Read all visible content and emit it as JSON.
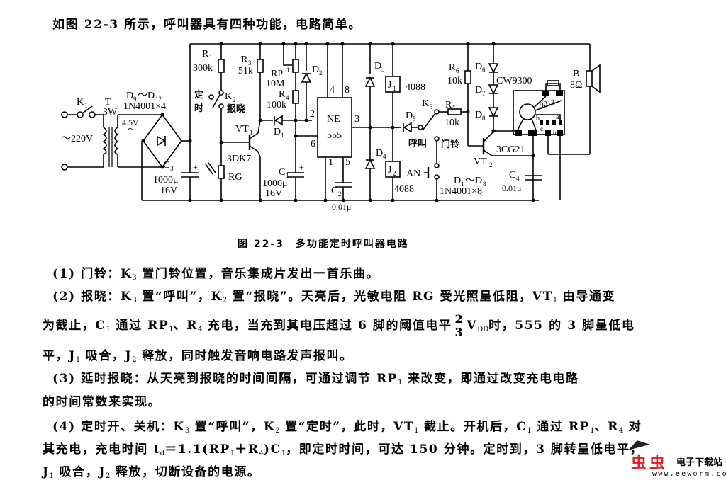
{
  "intro": "如图 22-3 所示，呼叫器具有四种功能，电路简单。",
  "figure": {
    "caption": "图 22-3　多功能定时呼叫器电路",
    "labels": {
      "K1": "K",
      "K1_sub": "1",
      "T": "T",
      "T_power": "3W",
      "mains": "～220V",
      "sec_v": "4.5V",
      "sec_tilde": "～",
      "D9_D12": "D",
      "D9_sub": "9",
      "D9_range": "～D",
      "D12_sub": "12",
      "D9_D12_part": "1N4001×4",
      "C3": "C",
      "C3_sub": "3",
      "C3_val": "1000μ",
      "C3_v": "16V",
      "R1": "R",
      "R1_sub": "1",
      "R1_val": "300k",
      "K2": "K",
      "K2_sub": "2",
      "K2_timer_1": "定",
      "K2_timer_2": "时",
      "K2_dawn": "报晓",
      "R3": "R",
      "R3_sub": "3",
      "R3_val": "51k",
      "VT1": "VT",
      "VT1_sub": "1",
      "VT1_part": "3DK7",
      "RG": "RG",
      "RP1": "RP",
      "RP1_sub": "1",
      "RP1_val": "10M",
      "R4": "R",
      "R4_sub": "4",
      "R4_val": "100k",
      "D1": "D",
      "D1_sub": "1",
      "D2": "D",
      "D2_sub": "2",
      "C1": "C",
      "C1_sub": "1",
      "C1_val": "1000μ",
      "C1_v": "16V",
      "ic_1": "NE",
      "ic_2": "555",
      "pin4": "4",
      "pin8": "8",
      "pin2": "2",
      "pin6": "6",
      "pin3": "3",
      "pin1": "1",
      "pin5": "5",
      "C2": "C",
      "C2_sub": "2",
      "C2_val": "0.01μ",
      "D3": "D",
      "D3_sub": "3",
      "D4": "D",
      "D4_sub": "4",
      "J1": "J",
      "J1_sub": "1",
      "J1_part": "4088",
      "J2": "J",
      "J2_sub": "2",
      "J2_part": "4088",
      "D5": "D",
      "D5_sub": "5",
      "K3": "K",
      "K3_sub": "3",
      "K3_call": "呼叫",
      "K3_bell": "门铃",
      "AN": "AN",
      "R6": "R",
      "R6_sub": "6",
      "R6_val": "10k",
      "R5": "R",
      "R5_sub": "5",
      "R5_val": "10k",
      "D6": "D",
      "D6_sub": "6",
      "D7": "D",
      "D7_sub": "7",
      "D8": "D",
      "D8_sub": "8",
      "CW": "CW9300",
      "chip_t": "9013",
      "chip_b": "b",
      "chip_a": "a",
      "chip_c": "c",
      "chip_e": "b",
      "VT2": "VT",
      "VT2_sub": "2",
      "VT2_part": "3CG21",
      "C4": "C",
      "C4_sub": "4",
      "C4_val": "0.01μ",
      "D1_D8": "D",
      "D1_D8_s1": "1",
      "D1_D8_range": "～D",
      "D1_D8_s8": "8",
      "D1_D8_part": "1N4001×8",
      "B": "B",
      "B_val": "8Ω"
    }
  },
  "items": [
    {
      "prefix": "(1) 门铃：K",
      "sub1": "3",
      "text": " 置门铃位置，音乐集成片发出一首乐曲。"
    },
    {
      "prefix": "(2) 报晓：K",
      "sub1": "3",
      "mid1": " 置“呼叫”，K",
      "sub2": "2",
      "mid2": " 置“报晓”。天亮后，光敏电阻 RG 受光照呈低阻，VT",
      "sub3": "1",
      "mid3": " 由导通变"
    },
    {
      "line2a": "为截止，C",
      "sub1": "1",
      "line2b": " 通过 RP",
      "sub2": "1",
      "line2c": "、R",
      "sub3": "4",
      "line2d": " 充电，当充到其电压超过 6 脚的阈值电平",
      "frac_num": "2",
      "frac_den": "3",
      "line2e": "V",
      "sub4": "DD",
      "line2f": "时，555 的 3 脚呈低电"
    },
    {
      "line3a": "平，J",
      "sub1": "1",
      "line3b": " 吸合，J",
      "sub2": "2",
      "line3c": " 释放，同时触发音响电路发声报叫。"
    },
    {
      "text": "(3) 延时报晓：从天亮到报晓的时间间隔，可通过调节 RP",
      "sub1": "1",
      "text2": " 来改变，即通过改变充电电路"
    },
    {
      "text": "的时间常数来实现。"
    },
    {
      "a": "(4) 定时开、关机：K",
      "s1": "3",
      "b": " 置“呼叫”，K",
      "s2": "2",
      "c": " 置“定时”，此时，VT",
      "s3": "1",
      "d": " 截止。开机后，C",
      "s4": "1",
      "e": " 通过 RP",
      "s5": "1",
      "f": "、R",
      "s6": "4",
      "g": " 对"
    },
    {
      "a": "其充电，充电时间 t",
      "s1": "d",
      "b": "＝1.1(RP",
      "s2": "1",
      "c": "＋R",
      "s3": "4",
      "d": ")C",
      "s4": "1",
      "e": "，即定时时间，可达 150 分钟。定时到，3 脚转呈低电平，"
    },
    {
      "a": "J",
      "s1": "1",
      "b": " 吸合，J",
      "s2": "2",
      "c": " 释放，切断设备的电源。"
    }
  ],
  "watermark": {
    "mark": "虫虫",
    "name": "电子下载站",
    "url": "www.eeworm.com",
    "color": "#e02020"
  }
}
